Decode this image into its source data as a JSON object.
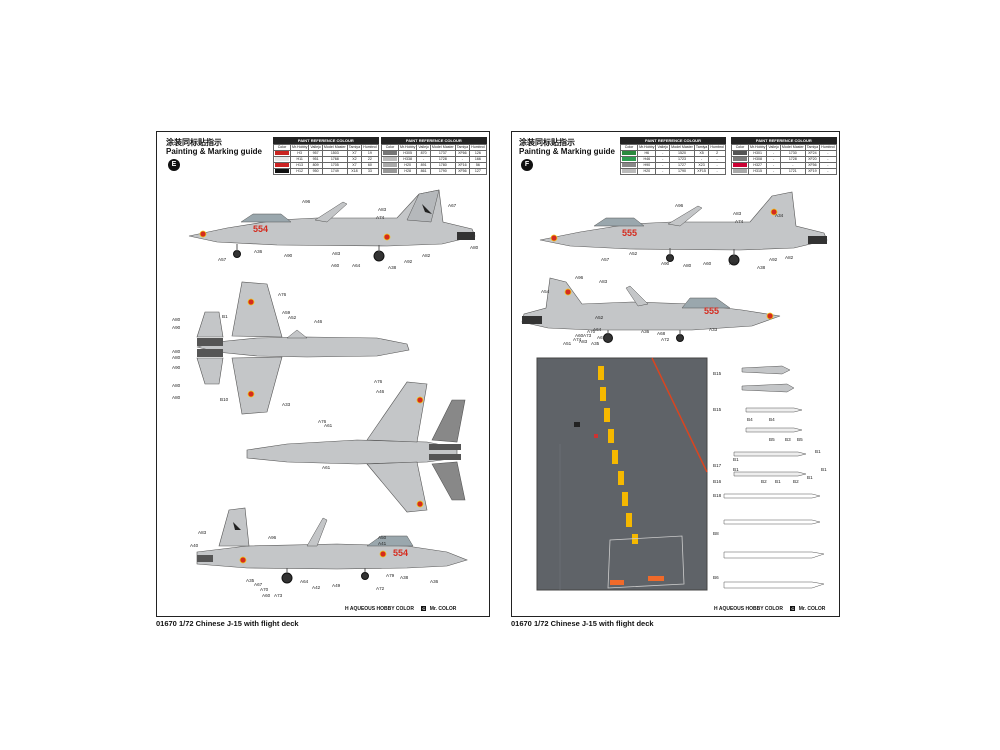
{
  "sheet_e": {
    "title_cn": "涂装同标贴指示",
    "title_en": "Painting & Marking guide",
    "badge": "E",
    "caption": "01670 1/72 Chinese J-15 with flight deck",
    "legend_aqueous": "AQUEOUS HOBBY COLOR",
    "legend_mr": "Mr. COLOR",
    "legend_h_mark": "H",
    "legend_c_mark": "C",
    "tail_number": "554",
    "table_header": "PAINT REFERENCE COLOUR",
    "callouts_side_top": [
      "A96",
      "A67",
      "A83",
      "A74",
      "A57",
      "A36",
      "A90",
      "A83",
      "A60",
      "A64",
      "A82",
      "A92",
      "A38",
      "A80"
    ],
    "callouts_planform": [
      "A76",
      "A59",
      "A52",
      "A46",
      "B1",
      "A80",
      "A90",
      "A80",
      "A80",
      "A90",
      "A80",
      "A80",
      "B10",
      "A33"
    ],
    "callouts_underside": [
      "A76",
      "A61",
      "A46",
      "A61",
      "A76"
    ],
    "callouts_side_bottom": [
      "A83",
      "A40",
      "A96",
      "A50",
      "A41",
      "A35",
      "A67",
      "A70",
      "A60",
      "A73",
      "A64",
      "A42",
      "A49",
      "A72",
      "A38",
      "A79",
      "A36"
    ]
  },
  "sheet_f": {
    "title_cn": "涂装同标贴指示",
    "title_en": "Painting & Marking guide",
    "badge": "F",
    "caption": "01670 1/72 Chinese J-15 with flight deck",
    "legend_aqueous": "AQUEOUS HOBBY COLOR",
    "legend_mr": "Mr. COLOR",
    "legend_h_mark": "H",
    "legend_c_mark": "C",
    "tail_number": "555",
    "table_header": "PAINT REFERENCE COLOUR",
    "callouts_side_top": [
      "A96",
      "A83",
      "A74",
      "A34",
      "A57",
      "A52",
      "A90",
      "A80",
      "A60",
      "A64",
      "A82",
      "A92",
      "A38"
    ],
    "callouts_side_bottom": [
      "A54",
      "A83",
      "A96",
      "A52",
      "A70",
      "A67",
      "A35",
      "A83",
      "A74",
      "A60",
      "A51",
      "A73",
      "A64",
      "A36",
      "A68",
      "A72",
      "A33"
    ],
    "callouts_deck": [
      "B15",
      "B15",
      "B17",
      "B16",
      "B18",
      "B8",
      "B6"
    ],
    "callouts_weapons": [
      "B4",
      "B4",
      "B5",
      "B3",
      "B5",
      "B1",
      "B1",
      "B1",
      "B2",
      "B1",
      "B2",
      "B1",
      "B1"
    ]
  },
  "colors": {
    "aircraft_grey": "#c4c6c8",
    "roundel_red": "#d52b1e",
    "roundel_yellow": "#f0c419",
    "deck_grey": "#5f6368",
    "deck_yellow": "#f5b800",
    "deck_red": "#d94520",
    "deck_orange": "#f06a2a"
  }
}
